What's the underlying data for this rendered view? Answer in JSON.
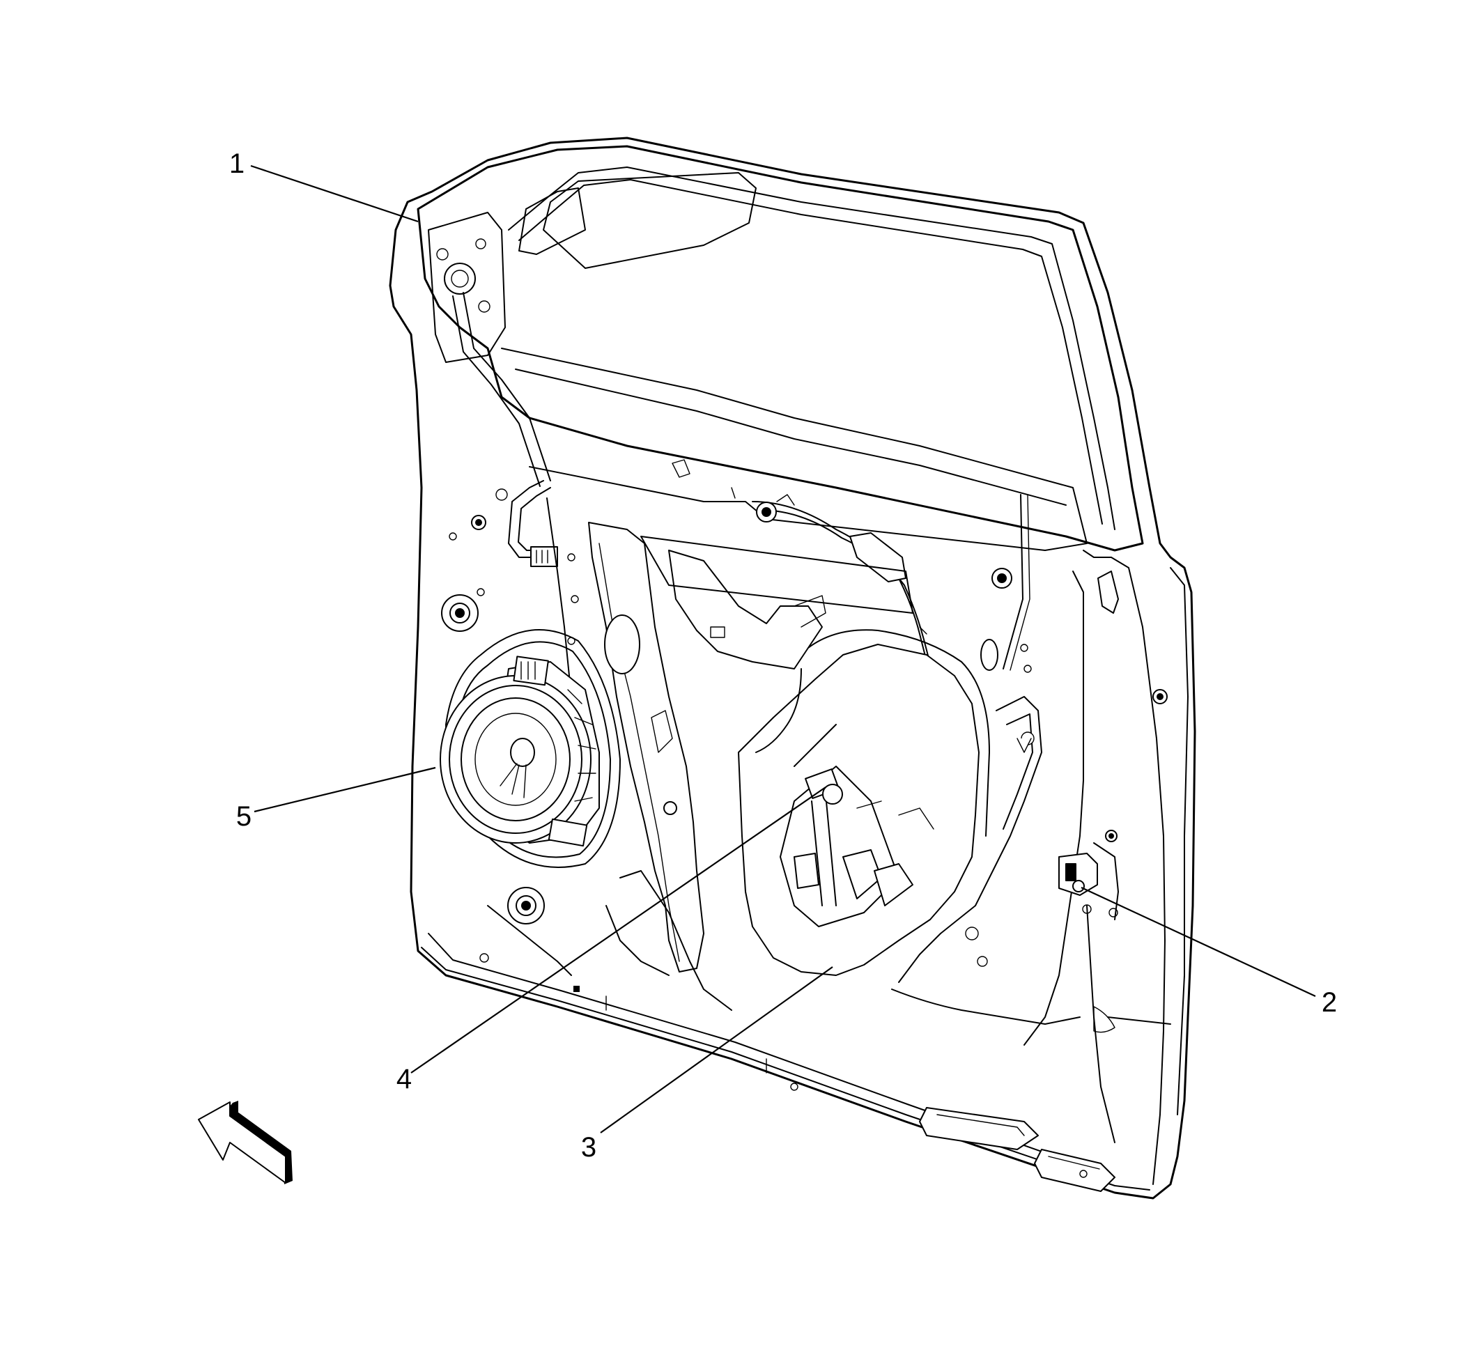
{
  "callouts": [
    {
      "id": "1",
      "label": "1"
    },
    {
      "id": "2",
      "label": "2"
    },
    {
      "id": "3",
      "label": "3"
    },
    {
      "id": "4",
      "label": "4"
    },
    {
      "id": "5",
      "label": "5"
    }
  ],
  "colors": {
    "line": "#000000",
    "background": "#ffffff"
  },
  "icons": {
    "view_direction": "view-direction-arrow-icon"
  }
}
